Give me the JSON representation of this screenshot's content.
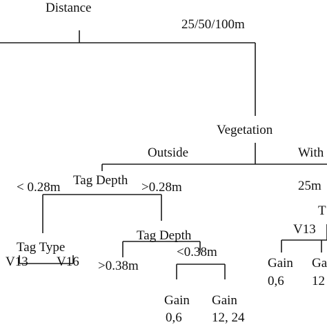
{
  "tree": {
    "root": {
      "label": "Distance"
    },
    "branch_distance_right": "25/50/100m",
    "vegetation": {
      "label": "Vegetation"
    },
    "branch_outside": "Outside",
    "branch_within_partial": "With",
    "tag_depth_1": {
      "label": "Tag Depth"
    },
    "branch_lt_028": "< 0.28m",
    "branch_gt_028": ">0.28m",
    "tag_type": {
      "label": "Tag Type"
    },
    "leaf_v13": "V13",
    "leaf_v16": "V16",
    "tag_depth_2": {
      "label": "Tag Depth"
    },
    "branch_lt_038": "<0.38m",
    "branch_gt_038": ">0.38m",
    "gain_a": {
      "label": "Gain",
      "value": "0,6"
    },
    "gain_b": {
      "label": "Gain",
      "value": "12, 24"
    },
    "right_partial_25m": "25m",
    "right_partial_t": "T",
    "right_partial_v13": "V13",
    "right_gain_a": {
      "label": "Gain",
      "value": "0,6"
    },
    "right_gain_b": {
      "label": "Ga",
      "value": "12"
    }
  },
  "colors": {
    "line": "#1a1a1a",
    "text": "#111111",
    "background": "#ffffff"
  }
}
